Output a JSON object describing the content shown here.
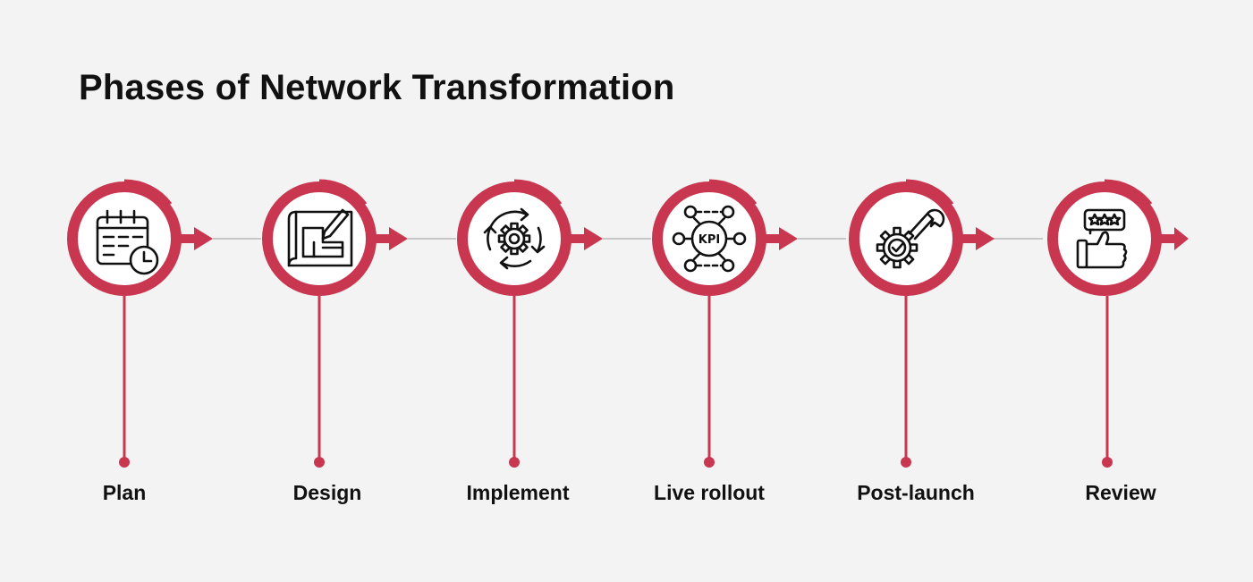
{
  "title": "Phases of Network Transformation",
  "colors": {
    "accent": "#c8364f",
    "connector": "#c7c7c7",
    "icon": "#111111",
    "background": "#f3f3f3"
  },
  "phases": [
    {
      "label": "Plan",
      "icon": "calendar-clock-icon"
    },
    {
      "label": "Design",
      "icon": "blueprint-pencil-icon"
    },
    {
      "label": "Implement",
      "icon": "gear-cycle-icon"
    },
    {
      "label": "Live rollout",
      "icon": "kpi-network-icon"
    },
    {
      "label": "Post-launch",
      "icon": "gear-wrench-check-icon"
    },
    {
      "label": "Review",
      "icon": "thumbs-up-rating-icon"
    }
  ],
  "icon_text": {
    "kpi": "KPI"
  }
}
